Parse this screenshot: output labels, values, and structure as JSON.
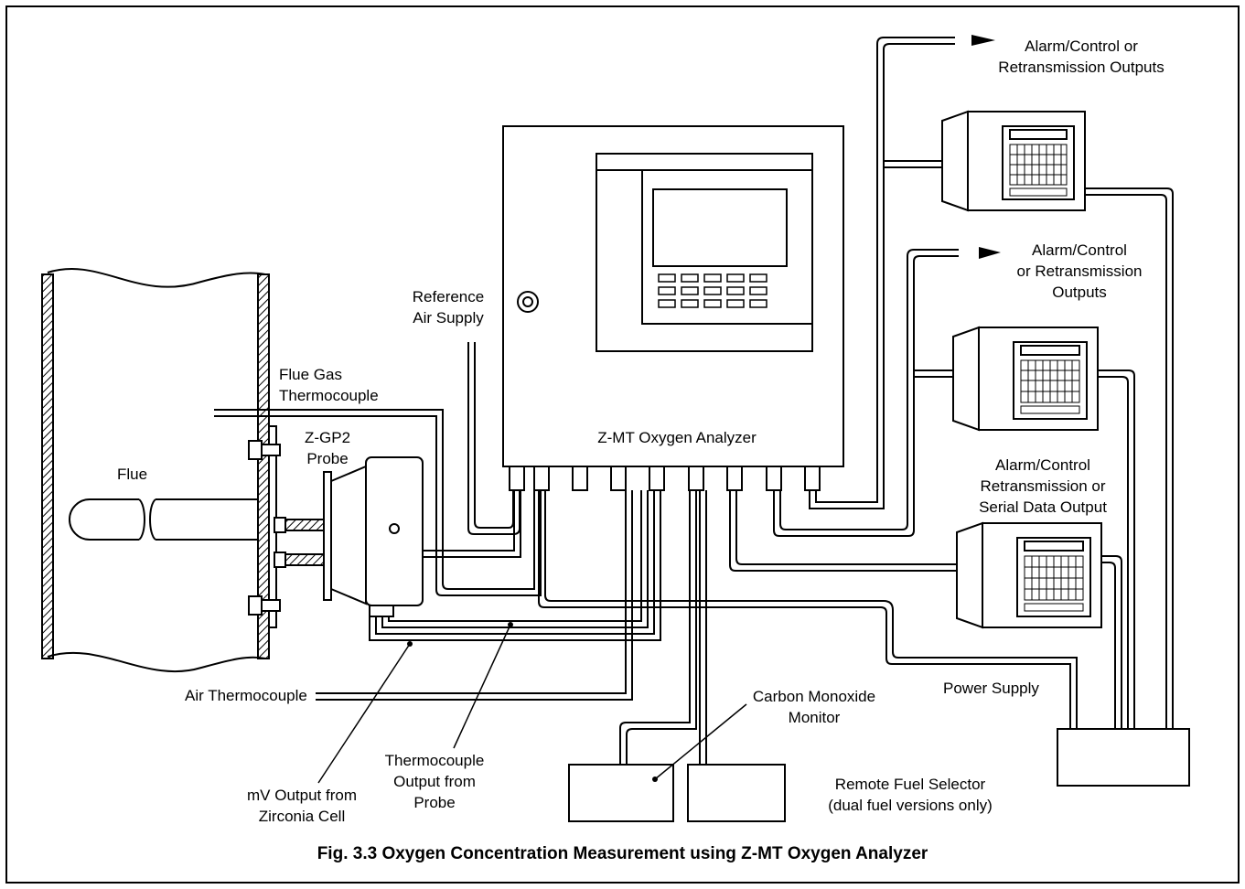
{
  "labels": {
    "alarm_top": "Alarm/Control or\nRetransmission Outputs",
    "alarm_mid": "Alarm/Control\nor Retransmission\nOutputs",
    "alarm_low": "Alarm/Control\nRetransmission or\nSerial Data Output",
    "reference_air": "Reference\nAir Supply",
    "flue_gas_tc": "Flue Gas\nThermocouple",
    "probe": "Z-GP2\nProbe",
    "flue": "Flue",
    "analyzer": "Z-MT Oxygen Analyzer",
    "air_tc": "Air Thermocouple",
    "power_supply": "Power Supply",
    "co_monitor": "Carbon Monoxide\nMonitor",
    "remote_fuel": "Remote Fuel Selector\n(dual fuel versions only)",
    "tc_output": "Thermocouple\nOutput from\nProbe",
    "mv_output": "mV Output from\nZirconia Cell"
  },
  "caption": "Fig. 3.3 Oxygen Concentration Measurement using Z-MT Oxygen Analyzer"
}
